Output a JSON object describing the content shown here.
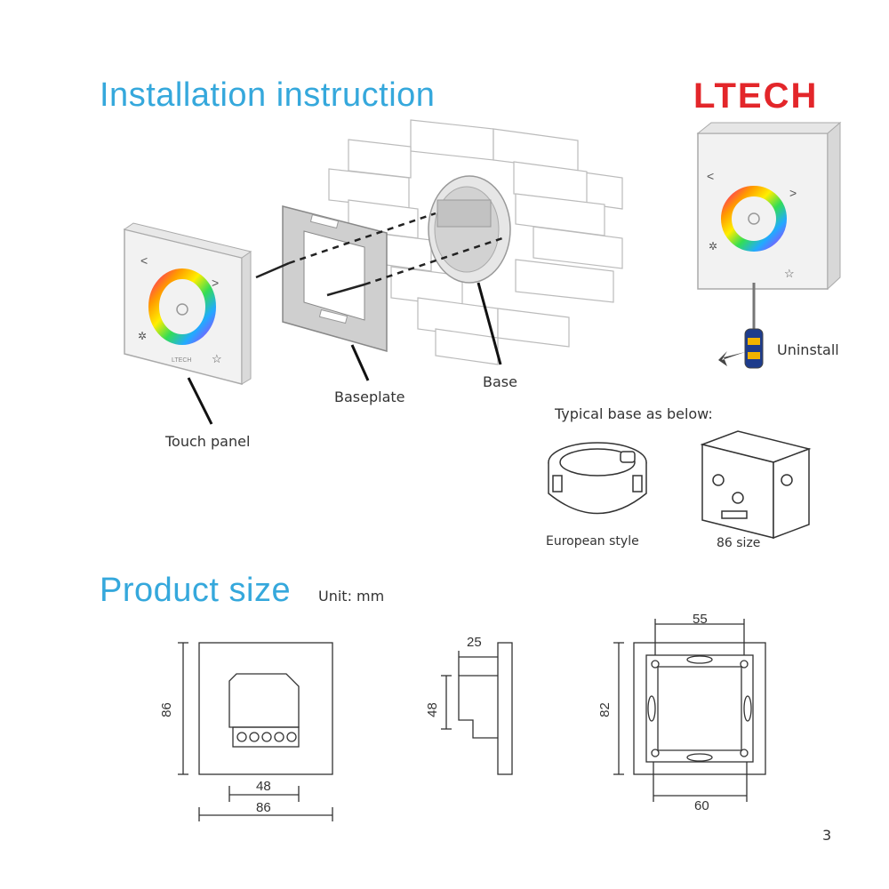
{
  "header": {
    "title": "Installation instruction",
    "brand": "LTECH"
  },
  "installation": {
    "touch_panel": "Touch panel",
    "baseplate": "Baseplate",
    "base": "Base",
    "uninstall": "Uninstall",
    "panel_brand": "LTECH",
    "typical_base": "Typical base as below:",
    "european_style": "European style",
    "size_86": "86 size"
  },
  "product_size": {
    "title": "Product size",
    "unit": "Unit: mm",
    "front": {
      "height": "86",
      "inner_width": "48",
      "width": "86"
    },
    "side": {
      "depth": "25",
      "height": "48"
    },
    "plate": {
      "top_width": "55",
      "height": "82",
      "bottom_width": "60"
    }
  },
  "page_number": "3",
  "colors": {
    "title_blue": "#35a8dc",
    "brand_red": "#e3262a"
  }
}
